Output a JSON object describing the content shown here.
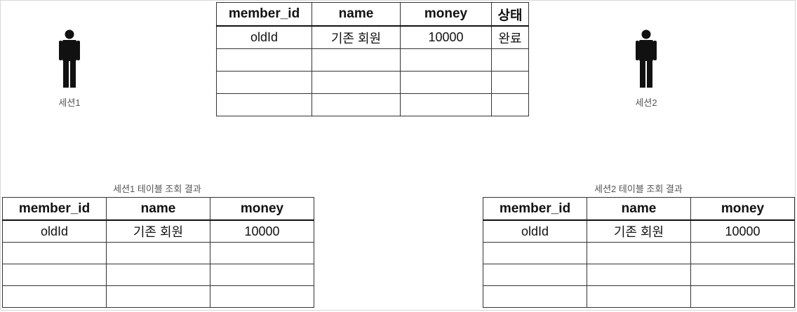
{
  "shared_table": {
    "headers": [
      "member_id",
      "name",
      "money",
      "상태"
    ],
    "rows": [
      [
        "oldId",
        "기존 회원",
        "10000",
        "완료"
      ]
    ]
  },
  "session1": {
    "label": "세션1",
    "caption": "세션1 테이블 조회 결과",
    "table": {
      "headers": [
        "member_id",
        "name",
        "money"
      ],
      "rows": [
        [
          "oldId",
          "기존 회원",
          "10000"
        ]
      ]
    }
  },
  "session2": {
    "label": "세션2",
    "caption": "세션2 테이블 조회 결과",
    "table": {
      "headers": [
        "member_id",
        "name",
        "money"
      ],
      "rows": [
        [
          "oldId",
          "기존 회원",
          "10000"
        ]
      ]
    }
  }
}
